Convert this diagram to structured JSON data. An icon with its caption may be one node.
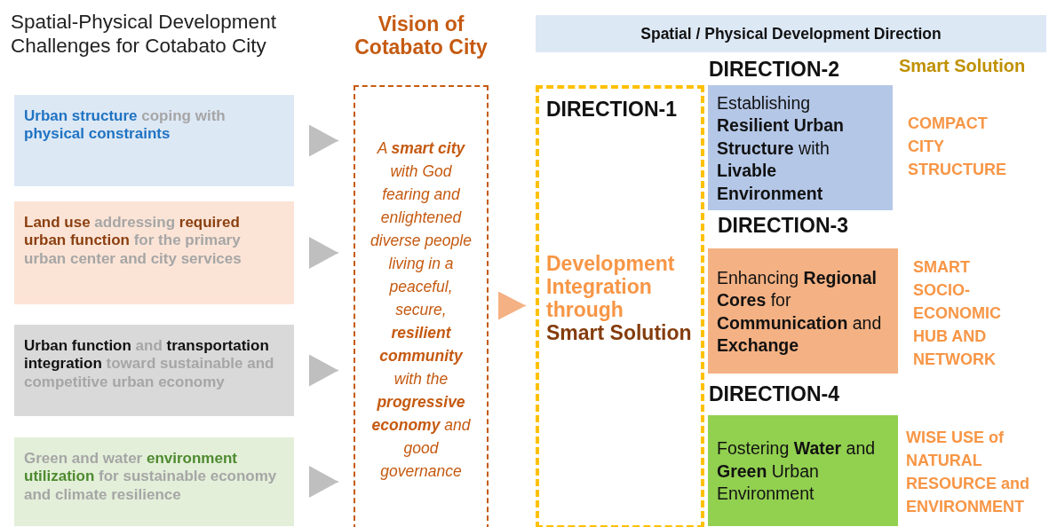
{
  "diagram": {
    "title": "Spatial-Physical Development Challenges for Cotabato City",
    "nodes": [
      {
        "text": [
          "**Urban structure** coping with **physical constraints**"
        ]
      },
      {
        "text": [
          "**Land use** addressing **required urban function** for the primary urban center and city services"
        ]
      },
      {
        "text": [
          "**Urban function** and **transportation integration** toward sustainable and competitive urban economy"
        ]
      },
      {
        "text": [
          "Green and water **environment utilization** for sustainable economy and climate resilience"
        ]
      },
      {
        "text": [
          "Vision of Cotabato City",
          "A **smart city** with God fearing and enlightened diverse people living in a peaceful, secure, **resilient community** with the **progressive economy** and good governance"
        ]
      },
      {
        "text": [
          "DIRECTION-1",
          "Development Integration through",
          "Smart Solution"
        ]
      },
      {
        "text": [
          "Spatial / Physical Development Direction"
        ]
      },
      {
        "text": [
          "DIRECTION-2",
          "Establishing **Resilient Urban Structure** with **Livable Environment**"
        ],
        "beside": [
          "COMPACT CITY STRUCTURE"
        ]
      },
      {
        "text": [
          "DIRECTION-3",
          "Enhancing **Regional Cores** for **Communication** and **Exchange**"
        ],
        "beside": [
          "SMART SOCIO-ECONOMIC HUB AND NETWORK"
        ]
      },
      {
        "text": [
          "DIRECTION-4",
          "Fostering **Water** and **Green** Urban Environment"
        ],
        "beside": [
          "WISE USE of NATURAL RESOURCE and ENVIRONMENT"
        ]
      }
    ],
    "edges": [
      {
        "from": 0,
        "to": 4,
        "arrow": "to"
      },
      {
        "from": 1,
        "to": 4,
        "arrow": "to"
      },
      {
        "from": 2,
        "to": 4,
        "arrow": "to"
      },
      {
        "from": 3,
        "to": 4,
        "arrow": "to"
      },
      {
        "from": 4,
        "to": 5,
        "arrow": "to",
        "color": "#f4b183"
      }
    ],
    "labels": [
      "Smart Solution"
    ]
  }
}
